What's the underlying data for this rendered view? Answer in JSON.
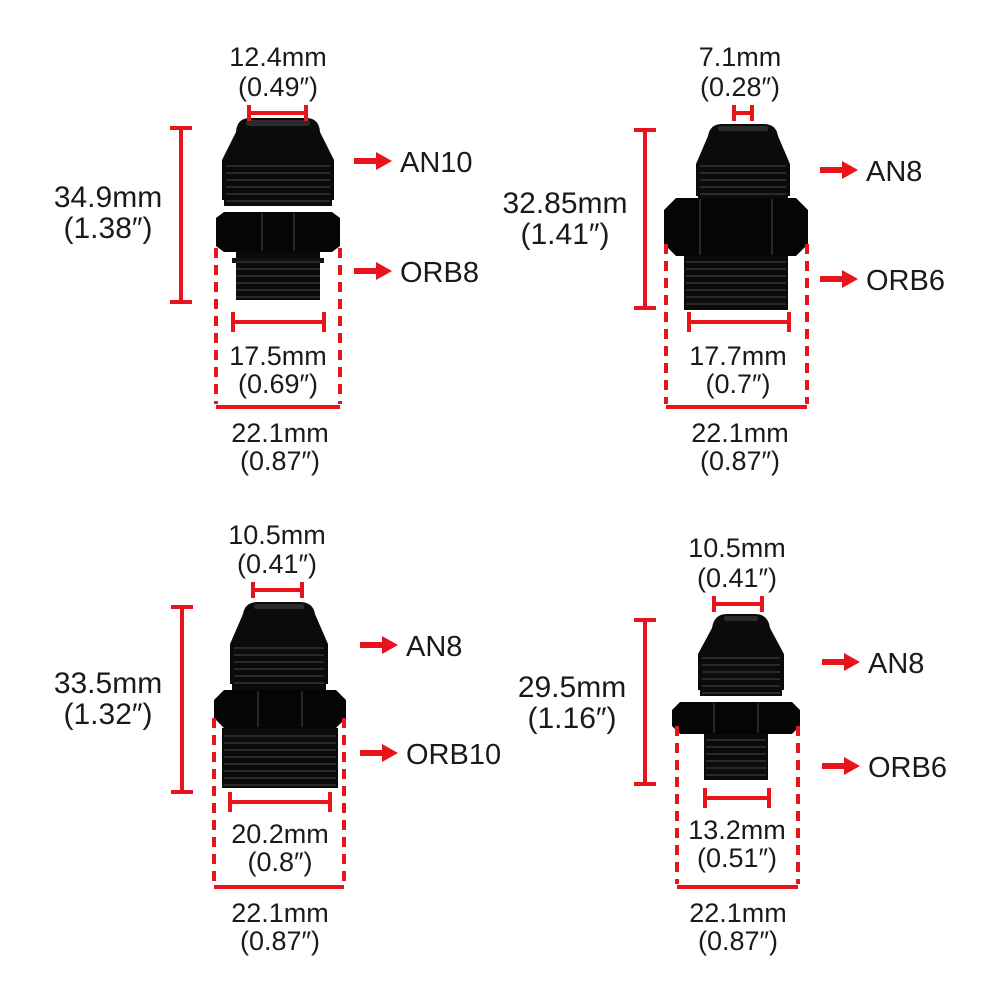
{
  "accent_color": "#e8141b",
  "fitting_color": "#0b0b0b",
  "fittings": [
    {
      "top_dim": [
        "12.4mm",
        "(0.49″)"
      ],
      "height_dim": [
        "34.9mm",
        "(1.38″)"
      ],
      "thread_dim": [
        "17.5mm",
        "(0.69″)"
      ],
      "hex_dim": [
        "22.1mm",
        "(0.87″)"
      ],
      "label_top": "AN10",
      "label_bottom": "ORB8"
    },
    {
      "top_dim": [
        "7.1mm",
        "(0.28″)"
      ],
      "height_dim": [
        "32.85mm",
        "(1.41″)"
      ],
      "thread_dim": [
        "17.7mm",
        "(0.7″)"
      ],
      "hex_dim": [
        "22.1mm",
        "(0.87″)"
      ],
      "label_top": "AN8",
      "label_bottom": "ORB6"
    },
    {
      "top_dim": [
        "10.5mm",
        "(0.41″)"
      ],
      "height_dim": [
        "33.5mm",
        "(1.32″)"
      ],
      "thread_dim": [
        "20.2mm",
        "(0.8″)"
      ],
      "hex_dim": [
        "22.1mm",
        "(0.87″)"
      ],
      "label_top": "AN8",
      "label_bottom": "ORB10"
    },
    {
      "top_dim": [
        "10.5mm",
        "(0.41″)"
      ],
      "height_dim": [
        "29.5mm",
        "(1.16″)"
      ],
      "thread_dim": [
        "13.2mm",
        "(0.51″)"
      ],
      "hex_dim": [
        "22.1mm",
        "(0.87″)"
      ],
      "label_top": "AN8",
      "label_bottom": "ORB6"
    }
  ]
}
